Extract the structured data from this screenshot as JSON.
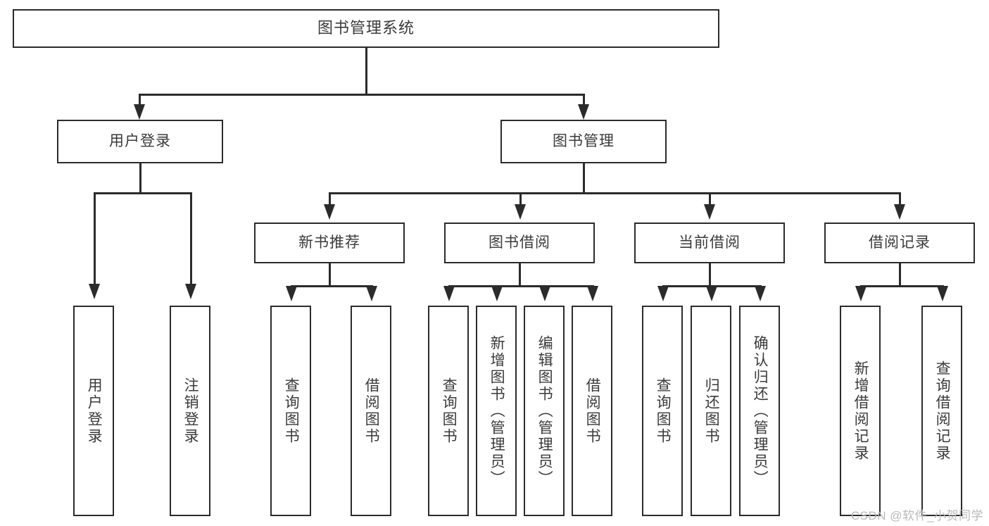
{
  "diagram": {
    "type": "tree-hierarchy",
    "title": "图书管理系统",
    "watermark": "CSDN @软件_小贺同学",
    "colors": {
      "stroke": "#2b2b2b",
      "fill": "#ffffff",
      "text": "#3a3a3a",
      "watermark": "#b9b9b9"
    },
    "levels": {
      "root": {
        "label": "图书管理系统"
      },
      "level2": [
        {
          "id": "user-login",
          "label": "用户登录"
        },
        {
          "id": "book-manage",
          "label": "图书管理"
        }
      ],
      "level3": [
        {
          "id": "new-book-rec",
          "label": "新书推荐",
          "parent": "book-manage"
        },
        {
          "id": "book-borrow",
          "label": "图书借阅",
          "parent": "book-manage"
        },
        {
          "id": "current-borrow",
          "label": "当前借阅",
          "parent": "book-manage"
        },
        {
          "id": "borrow-record",
          "label": "借阅记录",
          "parent": "book-manage"
        }
      ],
      "leaves": [
        {
          "id": "leaf-1",
          "label": "用户登录",
          "parent": "user-login"
        },
        {
          "id": "leaf-2",
          "label": "注销登录",
          "parent": "user-login"
        },
        {
          "id": "leaf-3",
          "label": "查询图书",
          "parent": "new-book-rec"
        },
        {
          "id": "leaf-4",
          "label": "借阅图书",
          "parent": "new-book-rec"
        },
        {
          "id": "leaf-5",
          "label": "查询图书",
          "parent": "book-borrow"
        },
        {
          "id": "leaf-6",
          "label": "新增图书（管理员）",
          "parent": "book-borrow"
        },
        {
          "id": "leaf-7",
          "label": "编辑图书（管理员）",
          "parent": "book-borrow"
        },
        {
          "id": "leaf-8",
          "label": "借阅图书",
          "parent": "book-borrow"
        },
        {
          "id": "leaf-9",
          "label": "查询图书",
          "parent": "current-borrow"
        },
        {
          "id": "leaf-10",
          "label": "归还图书",
          "parent": "current-borrow"
        },
        {
          "id": "leaf-11",
          "label": "确认归还（管理员）",
          "parent": "current-borrow"
        },
        {
          "id": "leaf-12",
          "label": "新增借阅记录",
          "parent": "borrow-record"
        },
        {
          "id": "leaf-13",
          "label": "查询借阅记录",
          "parent": "borrow-record"
        }
      ]
    }
  }
}
